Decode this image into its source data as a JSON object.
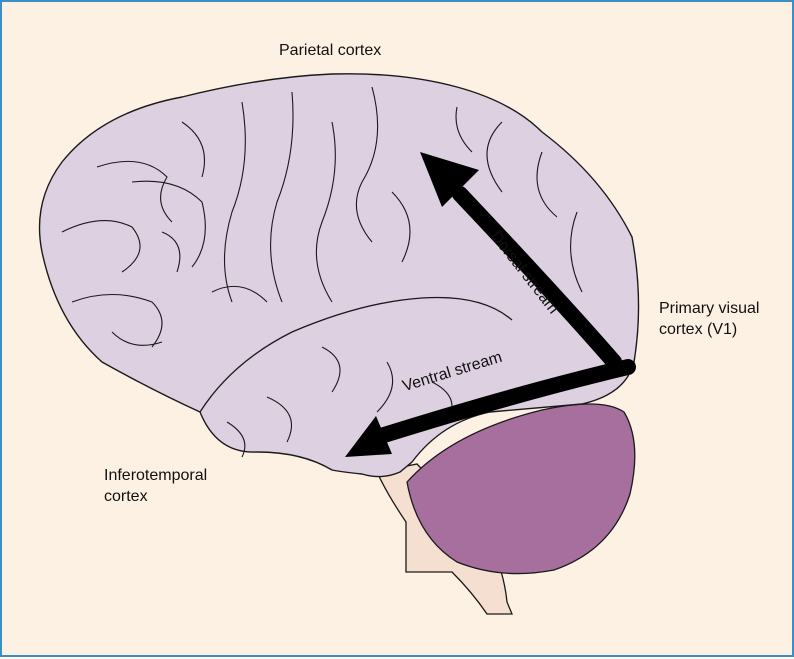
{
  "labels": {
    "parietal": "Parietal cortex",
    "primary_visual_line1": "Primary visual",
    "primary_visual_line2": "cortex (V1)",
    "inferotemporal_line1": "Inferotemporal",
    "inferotemporal_line2": "cortex",
    "dorsal_stream": "Dorsal stream",
    "ventral_stream": "Ventral stream"
  },
  "colors": {
    "border": "#3a8fc4",
    "background": "#fdf1e4",
    "cortex_fill": "#ddd0e1",
    "cerebellum_fill": "#a66f9e",
    "brainstem_fill": "#f5dfd0",
    "outline": "#1a1a1a",
    "arrow": "#000000"
  }
}
